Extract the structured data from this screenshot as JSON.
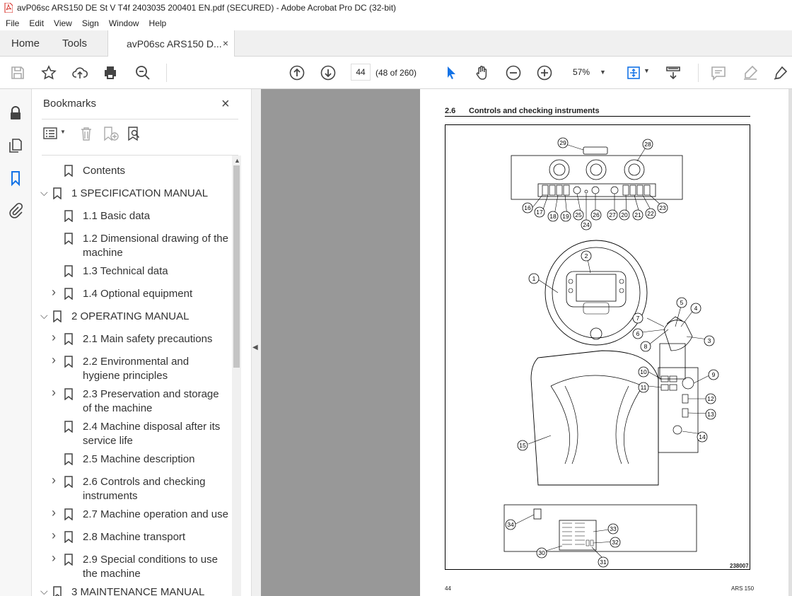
{
  "window": {
    "title": "avP06sc ARS150 DE St V T4f 2403035 200401 EN.pdf (SECURED) - Adobe Acrobat Pro DC (32-bit)"
  },
  "menu": [
    "File",
    "Edit",
    "View",
    "Sign",
    "Window",
    "Help"
  ],
  "tabs": {
    "home": "Home",
    "tools": "Tools",
    "document": "avP06sc ARS150 D...",
    "close": "×"
  },
  "toolbar": {
    "page_current": "44",
    "page_of": "(48 of 260)",
    "zoom": "57%"
  },
  "bookmarks": {
    "title": "Bookmarks",
    "close": "×",
    "items": [
      {
        "label": "Contents",
        "level": 1,
        "expand": ""
      },
      {
        "label": "1 SPECIFICATION MANUAL",
        "level": 0,
        "expand": "down"
      },
      {
        "label": "1.1 Basic data",
        "level": 1,
        "expand": ""
      },
      {
        "label": "1.2 Dimensional drawing of the machine",
        "level": 1,
        "expand": ""
      },
      {
        "label": "1.3 Technical data",
        "level": 1,
        "expand": ""
      },
      {
        "label": "1.4 Optional equipment",
        "level": 1,
        "expand": "right"
      },
      {
        "label": "2 OPERATING MANUAL",
        "level": 0,
        "expand": "down"
      },
      {
        "label": "2.1 Main safety precautions",
        "level": 1,
        "expand": "right"
      },
      {
        "label": "2.2 Environmental and hygiene principles",
        "level": 1,
        "expand": "right"
      },
      {
        "label": "2.3 Preservation and storage of the machine",
        "level": 1,
        "expand": "right"
      },
      {
        "label": "2.4 Machine disposal after its service life",
        "level": 1,
        "expand": ""
      },
      {
        "label": "2.5 Machine description",
        "level": 1,
        "expand": ""
      },
      {
        "label": "2.6 Controls and checking instruments",
        "level": 1,
        "expand": "right"
      },
      {
        "label": "2.7 Machine operation and use",
        "level": 1,
        "expand": "right"
      },
      {
        "label": "2.8 Machine transport",
        "level": 1,
        "expand": "right"
      },
      {
        "label": "2.9 Special conditions to use the machine",
        "level": 1,
        "expand": "right"
      },
      {
        "label": "3 MAINTENANCE MANUAL",
        "level": 0,
        "expand": "down"
      }
    ]
  },
  "page": {
    "section_number": "2.6",
    "section_title": "Controls and checking instruments",
    "figure_code": "238007",
    "footer_left": "44",
    "footer_right": "ARS 150",
    "callouts": [
      "1",
      "2",
      "3",
      "4",
      "5",
      "6",
      "7",
      "8",
      "9",
      "10",
      "11",
      "12",
      "13",
      "14",
      "15",
      "16",
      "17",
      "18",
      "19",
      "20",
      "21",
      "22",
      "23",
      "24",
      "25",
      "26",
      "27",
      "28",
      "29",
      "30",
      "31",
      "32",
      "33",
      "34"
    ]
  }
}
